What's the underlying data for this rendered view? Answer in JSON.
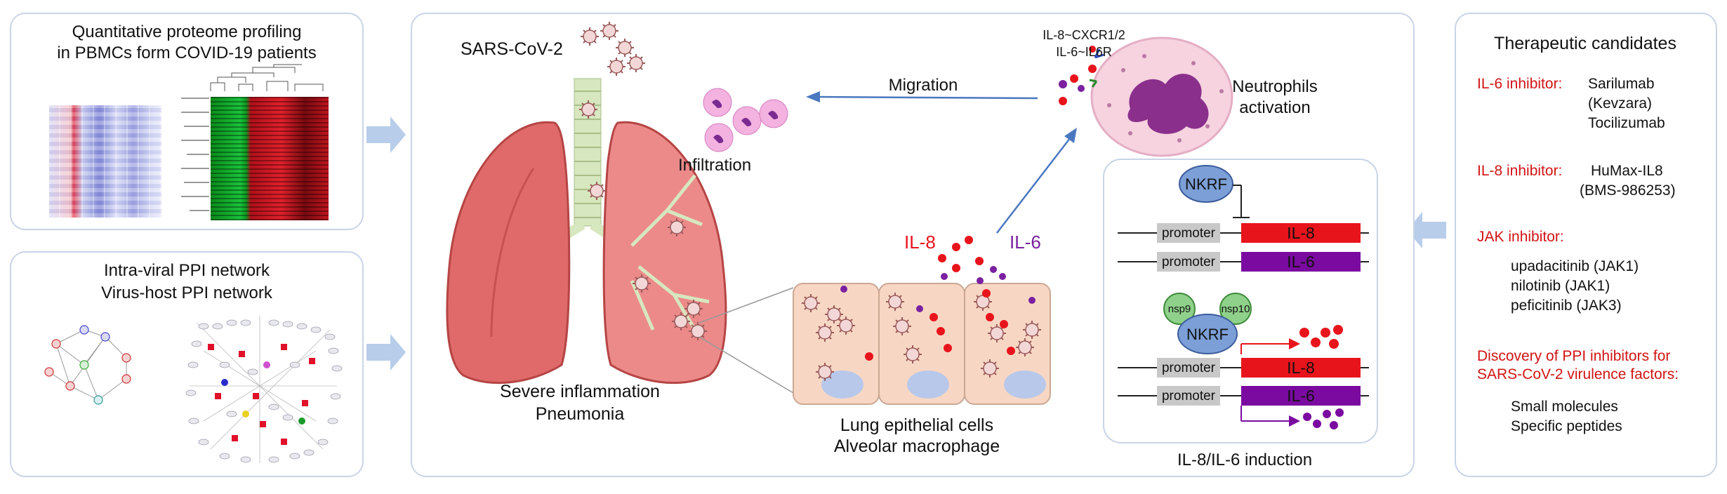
{
  "panel_left_top": {
    "title_line1": "Quantitative proteome profiling",
    "title_line2": "in PBMCs form COVID-19 patients"
  },
  "panel_left_bottom": {
    "title_line1": "Intra-viral PPI network",
    "title_line2": "Virus-host PPI network"
  },
  "center": {
    "virus_label": "SARS-CoV-2",
    "migration_label": "Migration",
    "infiltration_label": "Infiltration",
    "neutrophil_receptors_line1": "IL-8~CXCR1/2",
    "neutrophil_receptors_line2": "IL-6~IL6R",
    "neutrophil_line1": "Neutrophils",
    "neutrophil_line2": "activation",
    "lung_line1": "Severe inflammation",
    "lung_line2": "Pneumonia",
    "il8": "IL-8",
    "il6": "IL-6",
    "cells_line1": "Lung epithelial cells",
    "cells_line2": "Alveolar macrophage"
  },
  "induction": {
    "nkrf": "NKRF",
    "promoter": "promoter",
    "il8": "IL-8",
    "il6": "IL-6",
    "nsp9": "nsp9",
    "nsp10": "nsp10",
    "caption": "IL-8/IL-6 induction"
  },
  "therapeutics": {
    "title": "Therapeutic candidates",
    "il6_label": "IL-6 inhibitor:",
    "il6_drugs": [
      "Sarilumab",
      "(Kevzara)",
      "Tocilizumab"
    ],
    "il8_label": "IL-8 inhibitor:",
    "il8_drugs": [
      "HuMax-IL8",
      "(BMS-986253)"
    ],
    "jak_label": "JAK inhibitor:",
    "jak_drugs": [
      "upadacitinib (JAK1)",
      "nilotinib (JAK1)",
      "peficitinib (JAK3)"
    ],
    "ppi_label_line1": "Discovery of PPI inhibitors for",
    "ppi_label_line2": "SARS-CoV-2 virulence factors:",
    "ppi_items": [
      "Small molecules",
      "Specific peptides"
    ]
  },
  "colors": {
    "panel_border": "#c9d4e6",
    "arrow_fill": "#b7cdea",
    "red_text": "#d21414",
    "il6_purple": "#7a20a0",
    "il8_red": "#e8141c",
    "lung": "#e06a6a",
    "nkrf_blue": "#7b9fd6",
    "nsp_green": "#8fd18a"
  }
}
